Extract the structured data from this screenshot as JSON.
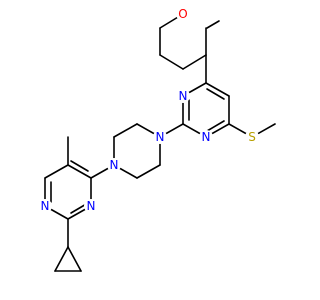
{
  "colors": {
    "bond": "#000000",
    "nitrogen": "#0000ff",
    "oxygen": "#ff0000",
    "sulfur": "#b8a000",
    "background": "#ffffff"
  },
  "atoms": [
    {
      "id": "n_pyr_top_a",
      "element": "N",
      "label": "N"
    },
    {
      "id": "n_pyr_top_b",
      "element": "N",
      "label": "N"
    },
    {
      "id": "s_methylthio",
      "element": "S",
      "label": "S"
    },
    {
      "id": "o_oxane",
      "element": "O",
      "label": "O"
    },
    {
      "id": "n_piperazine_a",
      "element": "N",
      "label": "N"
    },
    {
      "id": "n_piperazine_b",
      "element": "N",
      "label": "N"
    },
    {
      "id": "n_pyr_bottom_a",
      "element": "N",
      "label": "N"
    },
    {
      "id": "n_pyr_bottom_b",
      "element": "N",
      "label": "N"
    }
  ]
}
